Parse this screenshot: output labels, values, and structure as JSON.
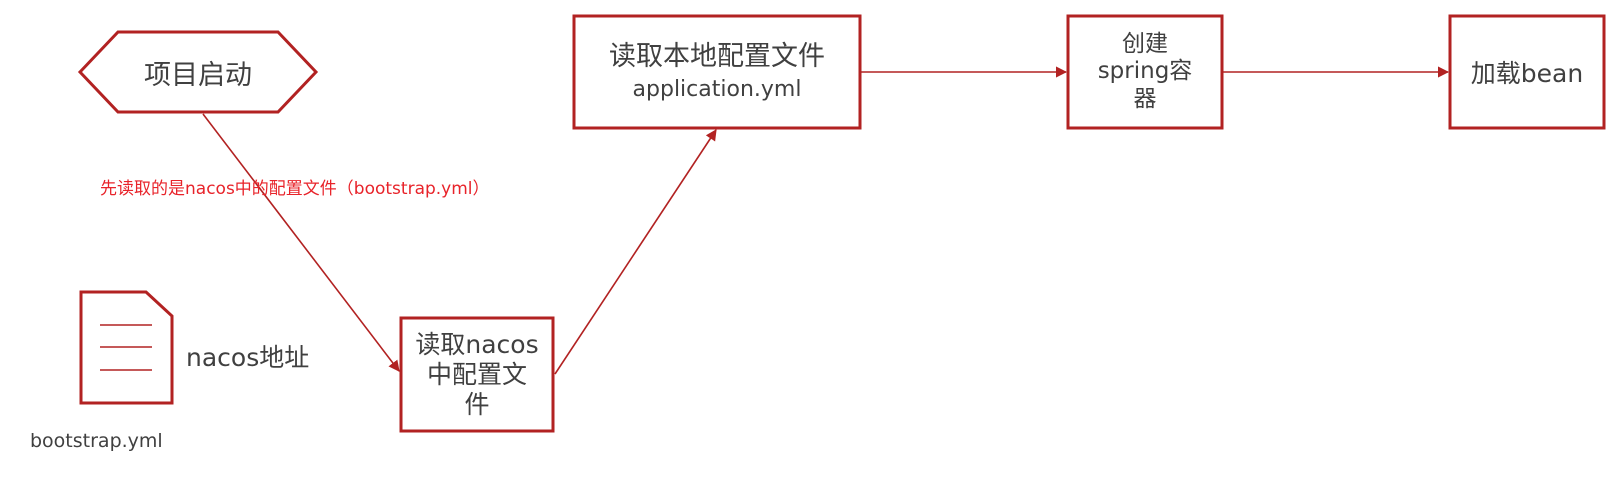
{
  "nodes": {
    "start": {
      "text": "项目启动"
    },
    "read_nacos": {
      "lines": [
        "读取nacos",
        "中配置文",
        "件"
      ]
    },
    "read_local": {
      "title": "读取本地配置文件",
      "subtitle": "application.yml"
    },
    "create_spring": {
      "lines": [
        "创建",
        "spring容",
        "器"
      ]
    },
    "load_bean": {
      "text": "加载bean"
    }
  },
  "annotation": {
    "text": "先读取的是nacos中的配置文件（bootstrap.yml）"
  },
  "document": {
    "side_label": "nacos地址",
    "file_name": "bootstrap.yml"
  },
  "colors": {
    "stroke": "#b22222",
    "annotation": "#e8232a",
    "text": "#404040"
  }
}
